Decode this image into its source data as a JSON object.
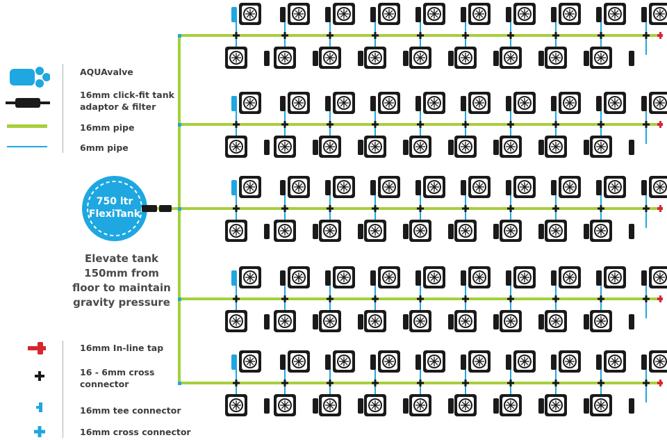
{
  "legend_top": [
    {
      "icon": "aquavalve-icon",
      "label": "AQUAvalve"
    },
    {
      "icon": "tank-adaptor-filter-icon",
      "label": "16mm click-fit tank adaptor & filter"
    },
    {
      "icon": "pipe-16mm-icon",
      "label": "16mm pipe"
    },
    {
      "icon": "pipe-6mm-icon",
      "label": "6mm pipe"
    }
  ],
  "tank": {
    "line1": "750 ltr",
    "line2": "FlexiTank"
  },
  "note": "Elevate tank 150mm from floor to maintain gravity pressure",
  "legend_bottom": [
    {
      "icon": "inline-tap-icon",
      "label": "16mm In-line tap"
    },
    {
      "icon": "cross-connector-16-6-icon",
      "label": "16 - 6mm cross connector"
    },
    {
      "icon": "tee-connector-icon",
      "label": "16mm tee connector"
    },
    {
      "icon": "cross-connector-16-icon",
      "label": "16mm cross connector"
    }
  ],
  "layout_grid": {
    "rows": 5,
    "pots_per_line": 10,
    "lines_per_row": 2
  },
  "colors": {
    "pipe_16mm": "#a6cf3a",
    "pipe_6mm": "#1ea7e1",
    "tank": "#1ea7e1",
    "tap": "#d7262e",
    "pot": "#1a1a1a"
  }
}
